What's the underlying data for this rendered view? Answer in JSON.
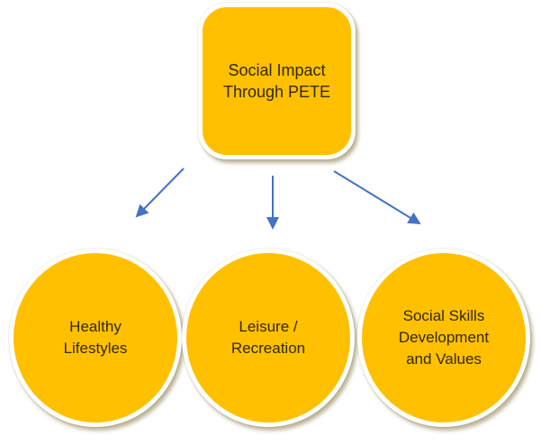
{
  "diagram": {
    "root": {
      "label": "Social Impact Through PETE"
    },
    "children": [
      {
        "label": "Healthy Lifestyles"
      },
      {
        "label": "Leisure / Recreation"
      },
      {
        "label": "Social Skills Development and Values"
      }
    ],
    "connectors": [
      {
        "from": "root",
        "to": "healthy-lifestyles"
      },
      {
        "from": "root",
        "to": "leisure-recreation"
      },
      {
        "from": "root",
        "to": "social-skills-development-and-values"
      }
    ],
    "colors": {
      "shape_fill": "#FFC000",
      "shape_border": "#FFFFFF",
      "shadow": "#A79C76",
      "arrow": "#4472C4",
      "text": "#332900",
      "background": "#FFFFFF"
    }
  }
}
